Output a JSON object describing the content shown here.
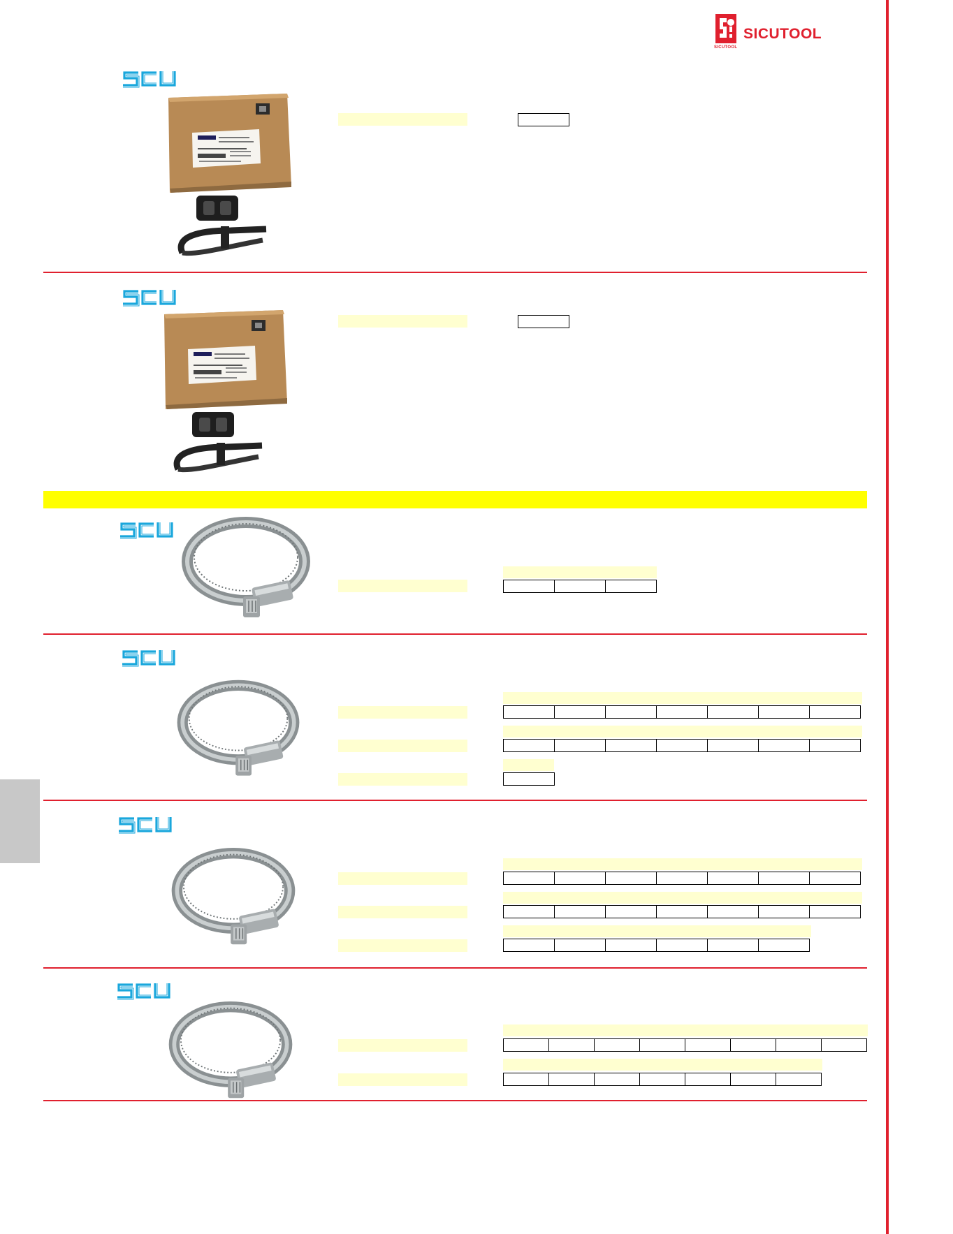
{
  "header": {
    "brand_name": "SICUTOOL",
    "brand_sub": "SICUTOOL",
    "brand_color": "#e0202e"
  },
  "sections": [
    {
      "brand": "SCU",
      "image": "vari-tie-box-kit"
    },
    {
      "brand": "SCU",
      "image": "vari-tie-box-kit"
    },
    {
      "brand": "SCU",
      "image": "hose-clamp"
    },
    {
      "brand": "SCU",
      "image": "hose-clamp"
    },
    {
      "brand": "SCU",
      "image": "hose-clamp"
    },
    {
      "brand": "SCU",
      "image": "hose-clamp"
    }
  ],
  "colors": {
    "accent_red": "#e0202e",
    "highlight_yellow": "#ffff00",
    "cell_yellow": "#ffffd0",
    "scu_blue": "#1aa7dc",
    "side_tab_gray": "#c8c8c8"
  }
}
